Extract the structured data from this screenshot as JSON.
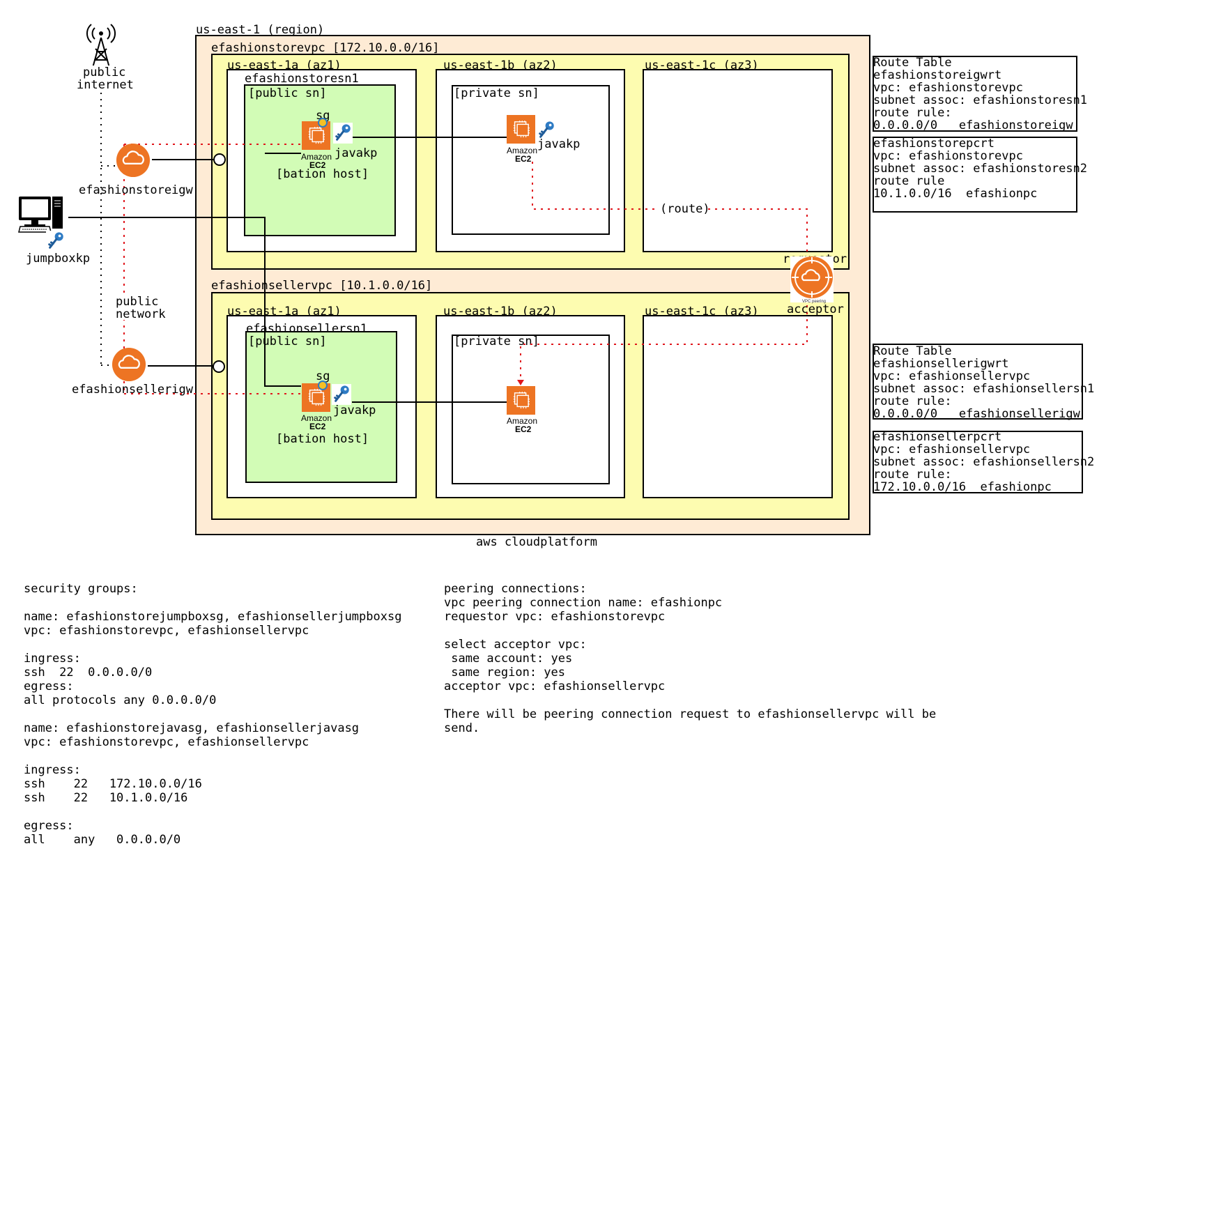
{
  "region": {
    "label": "us-east-1 (region)",
    "footer": "aws cloudplatform"
  },
  "store_vpc": {
    "label": "efashionstorevpc [172.10.0.0/16]",
    "az1": "us-east-1a (az1)",
    "az2": "us-east-1b (az2)",
    "az3": "us-east-1c (az3)",
    "subnet_name": "efashionstoresn1",
    "public_sn": "[public sn]",
    "private_sn": "[private sn]",
    "sg": "sg",
    "bastion_key": "javakp",
    "bastion_label": "[bation host]",
    "private_key": "javakp",
    "route_label": "(route)"
  },
  "seller_vpc": {
    "label": "efashionsellervpc [10.1.0.0/16]",
    "az1": "us-east-1a (az1)",
    "az2": "us-east-1b (az2)",
    "az3": "us-east-1c (az3)",
    "subnet_name": "efashionsellersn1",
    "public_sn": "[public sn]",
    "private_sn": "[private sn]",
    "sg": "sg",
    "bastion_key": "javakp",
    "bastion_label": "[bation host]"
  },
  "ec2": {
    "line1": "Amazon",
    "line2": "EC2"
  },
  "peering": {
    "requestor": "requestor",
    "acceptor": "acceptor",
    "icon_caption": "VPC peering"
  },
  "external": {
    "tower_label_1": "public",
    "tower_label_2": "internet",
    "store_igw": "efashionstoreigw",
    "seller_igw": "efashionsellerigw",
    "jumpbox_key": "jumpboxkp",
    "public_network_1": "public",
    "public_network_2": "network"
  },
  "route_tables": [
    {
      "lines": [
        "Route Table",
        "efashionstoreigwrt",
        "vpc: efashionstorevpc",
        "subnet assoc: efashionstoresn1",
        "route rule:",
        "0.0.0.0/0   efashionstoreigw"
      ]
    },
    {
      "lines": [
        "efashionstorepcrt",
        "vpc: efashionstorevpc",
        "subnet assoc: efashionstoresn2",
        "route rule",
        "10.1.0.0/16  efashionpc"
      ]
    },
    {
      "lines": [
        "Route Table",
        "efashionsellerigwrt",
        "vpc: efashionsellervpc",
        "subnet assoc: efashionsellersn1",
        "route rule:",
        "0.0.0.0/0   efashionsellerigw"
      ]
    },
    {
      "lines": [
        "efashionsellerpcrt",
        "vpc: efashionsellervpc",
        "subnet assoc: efashionsellersn2",
        "route rule:",
        "172.10.0.0/16  efashionpc"
      ]
    }
  ],
  "notes": {
    "security_groups": "security groups:\n\nname: efashionstorejumpboxsg, efashionsellerjumpboxsg\nvpc: efashionstorevpc, efashionsellervpc\n\ningress:\nssh  22  0.0.0.0/0\negress:\nall protocols any 0.0.0.0/0\n\nname: efashionstorejavasg, efashionsellerjavasg\nvpc: efashionstorevpc, efashionsellervpc\n\ningress:\nssh    22   172.10.0.0/16\nssh    22   10.1.0.0/16\n\negress:\nall    any   0.0.0.0/0",
    "peering_connections": "peering connections:\nvpc peering connection name: efashionpc\nrequestor vpc: efashionstorevpc\n\nselect acceptor vpc:\n same account: yes\n same region: yes\nacceptor vpc: efashionsellervpc\n\nThere will be peering connection request to efashionsellervpc will be\nsend."
  },
  "colors": {
    "region_fill": "#FEEBD5",
    "vpc_fill": "#FDFCB0",
    "public_subnet_fill": "#D2FCB6",
    "aws_orange": "#ED7423",
    "route_red": "#E0151B",
    "key_blue": "#2E7BC4"
  }
}
